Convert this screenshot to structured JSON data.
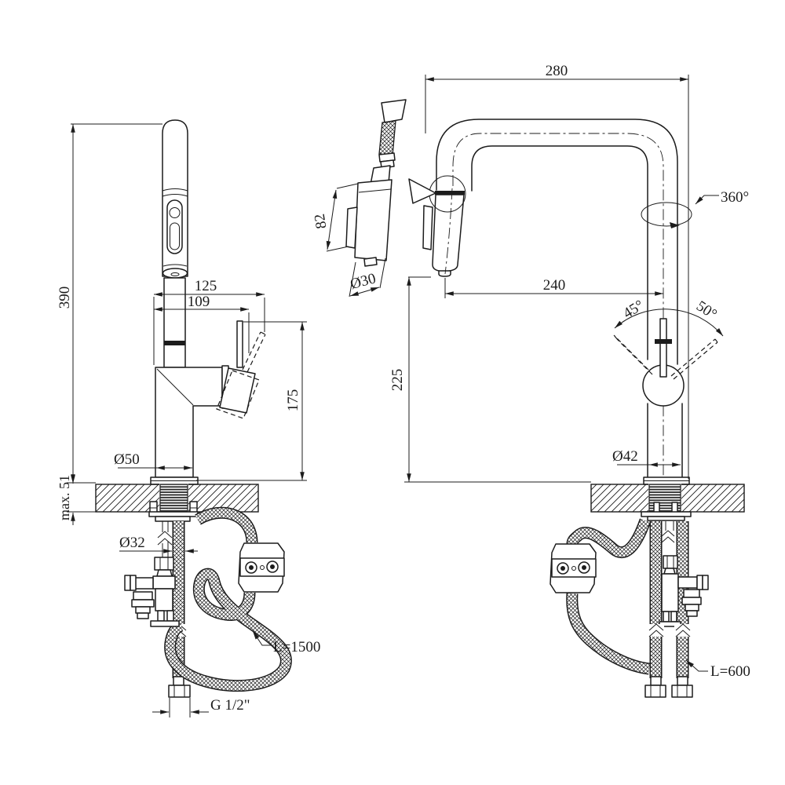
{
  "drawing": {
    "background": "#ffffff",
    "line_color": "#1c1c1c",
    "left_view": {
      "labels": {
        "overall_height": "390",
        "spout_reach": "125",
        "spout_reach_inner": "109",
        "handle_height": "175",
        "base_diameter": "Ø50",
        "deck_thickness": "max. 51",
        "hole_diameter": "Ø32",
        "spray_hose_length": "L=1500",
        "connection_thread": "G 1/2\""
      }
    },
    "spray_head_detail": {
      "labels": {
        "head_length": "82",
        "head_diameter": "Ø30"
      }
    },
    "right_view": {
      "labels": {
        "spout_width": "280",
        "swivel_angle": "360°",
        "spout_reach": "240",
        "handle_angle_left": "45°",
        "handle_angle_right": "50°",
        "spout_height": "225",
        "body_diameter": "Ø42",
        "supply_hose_length": "L=600"
      }
    }
  }
}
